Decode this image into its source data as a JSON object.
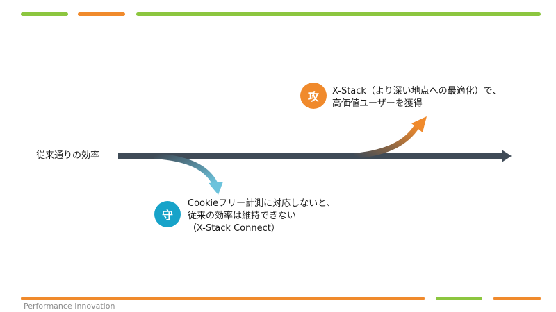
{
  "colors": {
    "green": "#8cc63f",
    "orange": "#f08a2c",
    "teal": "#17a3c9",
    "arrow": "#3f4b57"
  },
  "main_line": {
    "label": "従来通りの効率"
  },
  "attack": {
    "badge": "攻",
    "line1": "X-Stack（より深い地点への最適化）で、",
    "line2": "高価値ユーザーを獲得"
  },
  "defend": {
    "badge": "守",
    "line1": "Cookieフリー計測に対応しないと、",
    "line2": "従来の効率は維持できない",
    "line3": "（X-Stack Connect）"
  },
  "footer": {
    "text": "Performance Innovation"
  }
}
